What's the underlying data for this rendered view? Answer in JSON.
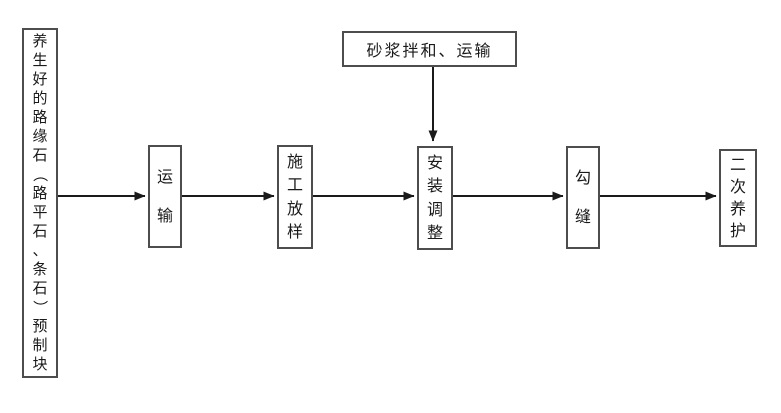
{
  "diagram": {
    "title": "curb-stone construction process flowchart",
    "source_box": {
      "label": "养生好的路缘石（路平石、条石）预制块"
    },
    "mortar_box": {
      "label": "砂浆拌和、运输"
    },
    "steps": [
      {
        "label": "运输"
      },
      {
        "label": "施工放样"
      },
      {
        "label": "安装调整"
      },
      {
        "label": "勾缝"
      },
      {
        "label": "二次养护"
      }
    ],
    "colors": {
      "background": "#ffffff",
      "box_border": "#4d4d4d",
      "line": "#1a1a1a",
      "text": "#1a1a1a"
    }
  }
}
